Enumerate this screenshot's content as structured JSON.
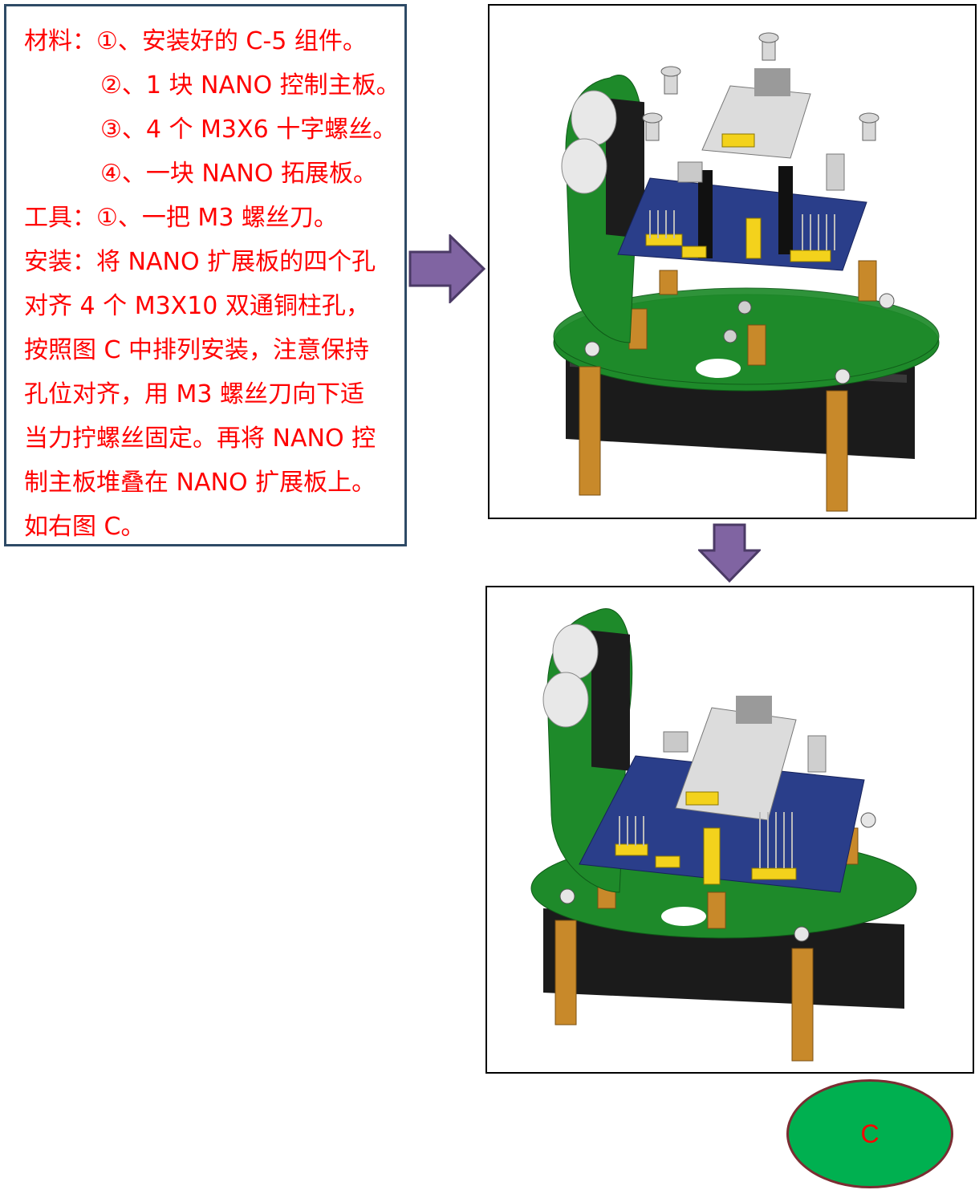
{
  "instructions": {
    "lines": [
      "材料：①、安装好的 C-5 组件。",
      "②、1 块 NANO 控制主板。",
      "③、4 个 M3X6 十字螺丝。",
      "④、一块 NANO 拓展板。",
      "工具：①、一把 M3 螺丝刀。",
      "安装：将 NANO 扩展板的四个孔",
      "对齐 4 个 M3X10 双通铜柱孔，",
      "按照图 C 中排列安装，注意保持",
      "孔位对齐，用 M3 螺丝刀向下适",
      "当力拧螺丝固定。再将 NANO 控",
      "制主板堆叠在 NANO 扩展板上。",
      "如右图 C。"
    ]
  },
  "label": {
    "text": "C"
  },
  "colors": {
    "text": "#ff0000",
    "box_border": "#2e4a66",
    "arrow_fill": "#8064a2",
    "arrow_stroke": "#4b3a66",
    "label_fill": "#00b050",
    "label_border": "#7b2d32",
    "label_text": "#ff0000",
    "board_green": "#1e8a2a",
    "pcb_blue": "#2a3e8a",
    "brass": "#c8892a",
    "header_yellow": "#f3d21c"
  },
  "icons": {
    "right_arrow": "right-block-arrow-icon",
    "down_arrow": "down-block-arrow-icon"
  }
}
